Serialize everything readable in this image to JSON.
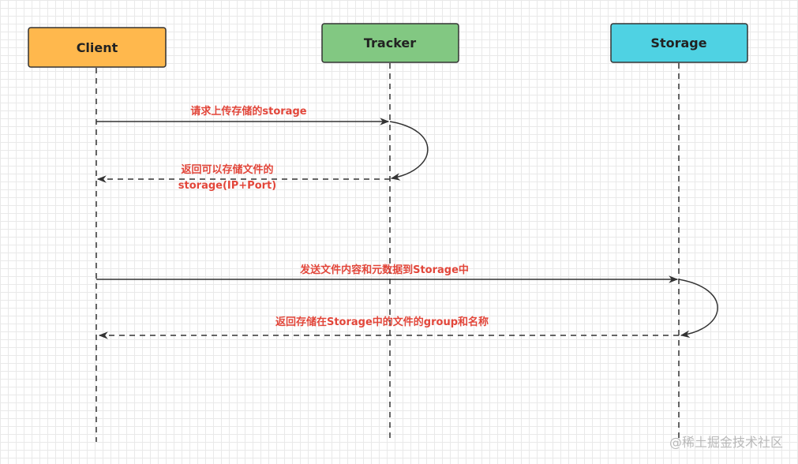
{
  "actors": {
    "client": {
      "label": "Client",
      "fill": "#ffb84d"
    },
    "tracker": {
      "label": "Tracker",
      "fill": "#82c882"
    },
    "storage": {
      "label": "Storage",
      "fill": "#4fd2e3"
    }
  },
  "messages": {
    "m1": {
      "label": "请求上传存储的storage"
    },
    "m2": {
      "label_line1": "返回可以存储文件的",
      "label_line2": "storage(IP+Port)"
    },
    "m3": {
      "label": "发送文件内容和元数据到Storage中"
    },
    "m4": {
      "label": "返回存储在Storage中的文件的group和名称"
    }
  },
  "watermark": "@稀土掘金技术社区",
  "colors": {
    "message_text": "#e2463a",
    "line": "#333333",
    "box_border": "#333333"
  }
}
